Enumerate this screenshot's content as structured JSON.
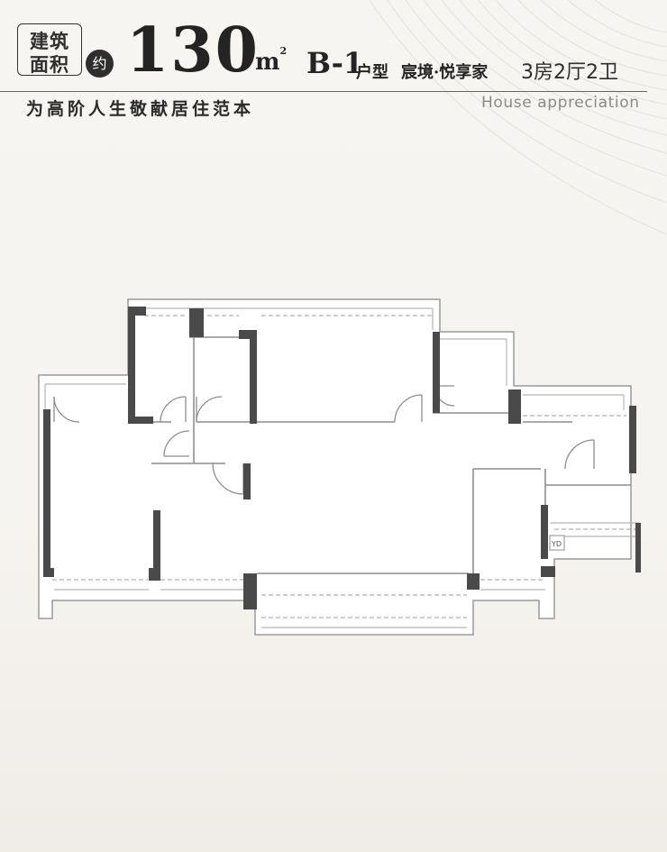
{
  "header": {
    "badge_line1": "建筑",
    "badge_line2": "面积",
    "approx": "约",
    "area_value": "130",
    "area_unit": "m",
    "area_unit_sup": "2",
    "unit_code": "B-1",
    "unit_type_label": "户型",
    "series_name": "宸境·悦享家",
    "layout_spec": "3房2厅2卫",
    "slogan": "为高阶人生敬献居住范本",
    "subtitle_en": "House appreciation"
  },
  "floorplan": {
    "label_yd": "YD",
    "colors": {
      "wall": "#4a4a4a",
      "outline": "#9a9a9a",
      "fill": "#ffffff"
    }
  }
}
